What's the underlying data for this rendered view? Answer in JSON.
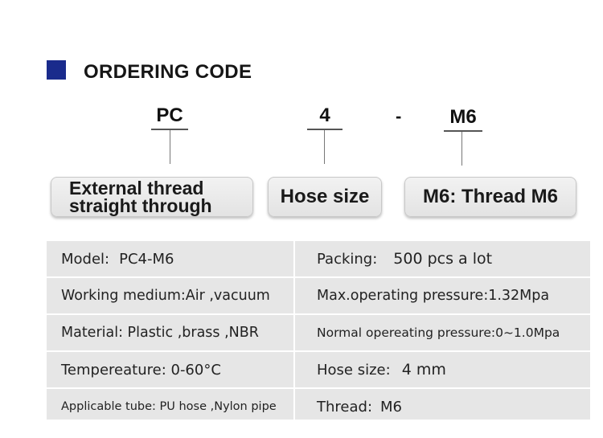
{
  "heading": {
    "title": "ORDERING CODE",
    "marker_color": "#1a2b8c"
  },
  "codes": [
    {
      "text": "PC"
    },
    {
      "text": "4"
    },
    {
      "text": "-"
    },
    {
      "text": "M6"
    }
  ],
  "boxes": {
    "type_line1": "External thread",
    "type_line2": "straight through",
    "hose": "Hose size",
    "thread": "M6: Thread M6"
  },
  "specs": [
    {
      "left_label": "Model:",
      "left_value": "PC4-M6",
      "right_label": "Packing:",
      "right_value": "500 pcs a lot"
    },
    {
      "left_label": "Working medium:Air ,vacuum",
      "left_value": "",
      "right_label": "Max.operating pressure:1.32Mpa",
      "right_value": ""
    },
    {
      "left_label": "Material: Plastic ,brass ,NBR",
      "left_value": "",
      "right_label": "Normal opereating pressure:0~1.0Mpa",
      "right_value": ""
    },
    {
      "left_label": "Tempereature: 0-60°C",
      "left_value": "",
      "right_label": "Hose size:",
      "right_value": "4 mm"
    },
    {
      "left_label": "Applicable tube: PU hose ,Nylon pipe",
      "left_value": "",
      "right_label": "Thread:",
      "right_value": "M6"
    }
  ]
}
